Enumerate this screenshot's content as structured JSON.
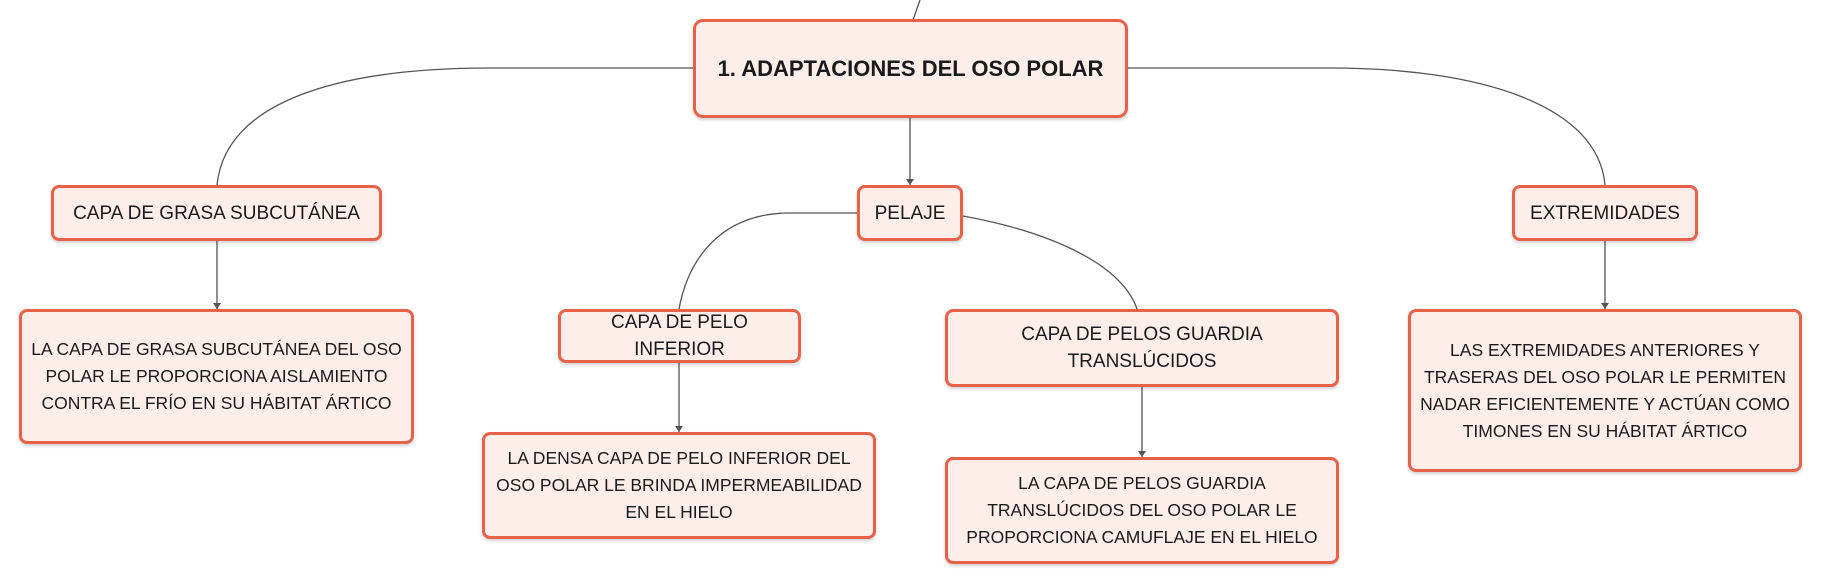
{
  "diagram": {
    "root": {
      "label": "1. ADAPTACIONES DEL OSO POLAR"
    },
    "branches": [
      {
        "label": "CAPA DE GRASA SUBCUTÁNEA",
        "detail": "LA CAPA DE GRASA SUBCUTÁNEA DEL OSO POLAR LE PROPORCIONA AISLAMIENTO CONTRA EL FRÍO EN SU HÁBITAT ÁRTICO"
      },
      {
        "label": "PELAJE",
        "children": [
          {
            "label": "CAPA DE PELO INFERIOR",
            "detail": "LA DENSA CAPA DE PELO INFERIOR DEL OSO POLAR LE BRINDA IMPERMEABILIDAD EN EL HIELO"
          },
          {
            "label": "CAPA DE PELOS GUARDIA TRANSLÚCIDOS",
            "detail": "LA CAPA DE PELOS GUARDIA TRANSLÚCIDOS DEL OSO POLAR LE PROPORCIONA CAMUFLAJE EN EL HIELO"
          }
        ]
      },
      {
        "label": "EXTREMIDADES",
        "detail": "LAS EXTREMIDADES ANTERIORES Y TRASERAS DEL OSO POLAR LE PERMITEN NADAR EFICIENTEMENTE Y ACTÚAN COMO TIMONES EN SU HÁBITAT ÁRTICO"
      }
    ],
    "colors": {
      "node_fill": "#fdeee9",
      "node_border": "#e8624a",
      "connector": "#555555"
    }
  }
}
